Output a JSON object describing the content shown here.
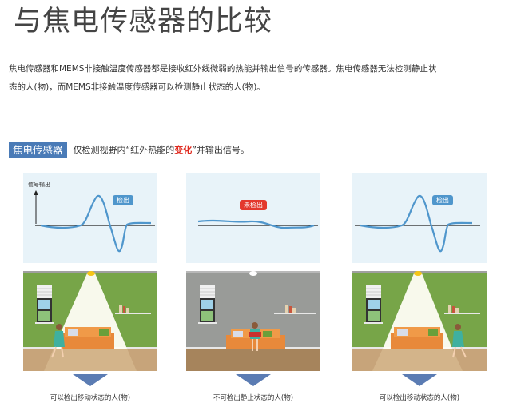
{
  "page": {
    "title": "与焦电传感器的比较",
    "intro_line1": "焦电传感器和MEMS非接触温度传感器都是接收红外线微弱的热能并输出信号的传感器。焦电传感器无法检测静止状",
    "intro_line2": "态的人(物)，而MEMS非接触温度传感器可以检测静止状态的人(物)。"
  },
  "section": {
    "badge": "焦电传感器",
    "desc_before": "仅检测视野内“红外热能的",
    "desc_highlight": "变化",
    "desc_after": "”并输出信号。"
  },
  "panels": [
    {
      "chart": {
        "ylabel": "信号输出",
        "tag": "检出",
        "tag_color": "#4f96cc"
      },
      "scene": "moving-left",
      "wall_color": "#77a548",
      "beam": true,
      "caption": "可以检出移动状态的人(物)"
    },
    {
      "chart": {
        "ylabel": "",
        "tag": "未检出",
        "tag_color": "#e3382d"
      },
      "scene": "static",
      "wall_color": "#999b98",
      "beam": false,
      "caption": "不可检出静止状态的人(物)"
    },
    {
      "chart": {
        "ylabel": "",
        "tag": "检出",
        "tag_color": "#4f96cc"
      },
      "scene": "moving-right",
      "wall_color": "#77a548",
      "beam": true,
      "caption": "可以检出移动状态的人(物)"
    }
  ],
  "colors": {
    "accent_blue": "#4a7bb7",
    "signal_line": "#4f96cc",
    "highlight_red": "#e02b20"
  }
}
